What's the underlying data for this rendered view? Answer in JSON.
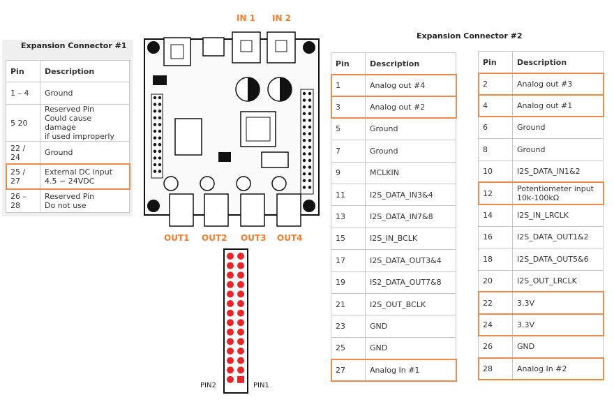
{
  "conn1": {
    "title": "Expansion Connector #1",
    "header": {
      "pin": "Pin",
      "desc": "Description"
    },
    "rows": [
      {
        "pin": "1 – 4",
        "desc": [
          "Ground"
        ],
        "highlight": false
      },
      {
        "pin": "5  20",
        "desc": [
          "Reserved Pin",
          "Could cause damage",
          "if used improperly"
        ],
        "highlight": false
      },
      {
        "pin": "22 / 24",
        "desc": [
          "Ground"
        ],
        "highlight": false
      },
      {
        "pin": "25 / 27",
        "desc": [
          "External DC input",
          "4.5 ~ 24VDC"
        ],
        "highlight": true
      },
      {
        "pin": "26 – 28",
        "desc": [
          "Reserved Pin",
          "Do not use"
        ],
        "highlight": false
      }
    ]
  },
  "board": {
    "in_labels": [
      "IN 1",
      "IN 2"
    ],
    "out_labels": [
      "OUT1",
      "OUT2",
      "OUT3",
      "OUT4"
    ],
    "pin_label_left": "PIN2",
    "pin_label_right": "PIN1",
    "header_pin_rows": 14,
    "colors": {
      "accent": "#f07e2e",
      "pin": "#e8252b",
      "highlight": "#e98a4e"
    }
  },
  "conn2": {
    "title": "Expansion Connector #2",
    "header": {
      "pin": "Pin",
      "desc": "Description"
    },
    "odd": [
      {
        "pin": "1",
        "desc": [
          "Analog out #4"
        ],
        "highlight": true
      },
      {
        "pin": "3",
        "desc": [
          "Analog out #2"
        ],
        "highlight": true
      },
      {
        "pin": "5",
        "desc": [
          "Ground"
        ],
        "highlight": false
      },
      {
        "pin": "7",
        "desc": [
          "Ground"
        ],
        "highlight": false
      },
      {
        "pin": "9",
        "desc": [
          "MCLKIN"
        ],
        "highlight": false
      },
      {
        "pin": "11",
        "desc": [
          "I2S_DATA_IN3&4"
        ],
        "highlight": false
      },
      {
        "pin": "13",
        "desc": [
          "I2S_DATA_IN7&8"
        ],
        "highlight": false
      },
      {
        "pin": "15",
        "desc": [
          "I2S_IN_BCLK"
        ],
        "highlight": false
      },
      {
        "pin": "17",
        "desc": [
          "I2S_DATA_OUT3&4"
        ],
        "highlight": false
      },
      {
        "pin": "19",
        "desc": [
          "IS2_DATA_OUT7&8"
        ],
        "highlight": false
      },
      {
        "pin": "21",
        "desc": [
          "I2S_OUT_BCLK"
        ],
        "highlight": false
      },
      {
        "pin": "23",
        "desc": [
          "GND"
        ],
        "highlight": false
      },
      {
        "pin": "25",
        "desc": [
          "GND"
        ],
        "highlight": false
      },
      {
        "pin": "27",
        "desc": [
          "Analog In #1"
        ],
        "highlight": true
      }
    ],
    "even": [
      {
        "pin": "2",
        "desc": [
          "Analog out #3"
        ],
        "highlight": true
      },
      {
        "pin": "4",
        "desc": [
          "Analog out #1"
        ],
        "highlight": true
      },
      {
        "pin": "6",
        "desc": [
          "Ground"
        ],
        "highlight": false
      },
      {
        "pin": "8",
        "desc": [
          "Ground"
        ],
        "highlight": false
      },
      {
        "pin": "10",
        "desc": [
          "I2S_DATA_IN1&2"
        ],
        "highlight": false
      },
      {
        "pin": "12",
        "desc": [
          "Potentiometer input",
          "10k-100kΩ"
        ],
        "highlight": true
      },
      {
        "pin": "14",
        "desc": [
          "I2S_IN_LRCLK"
        ],
        "highlight": false
      },
      {
        "pin": "16",
        "desc": [
          "I2S_DATA_OUT1&2"
        ],
        "highlight": false
      },
      {
        "pin": "18",
        "desc": [
          "I2S_DATA_OUT5&6"
        ],
        "highlight": false
      },
      {
        "pin": "20",
        "desc": [
          "I2S_OUT_LRCLK"
        ],
        "highlight": false
      },
      {
        "pin": "22",
        "desc": [
          "3.3V"
        ],
        "highlight": true
      },
      {
        "pin": "24",
        "desc": [
          "3.3V"
        ],
        "highlight": true
      },
      {
        "pin": "26",
        "desc": [
          "GND"
        ],
        "highlight": false
      },
      {
        "pin": "28",
        "desc": [
          "Analog In #2"
        ],
        "highlight": true
      }
    ]
  }
}
